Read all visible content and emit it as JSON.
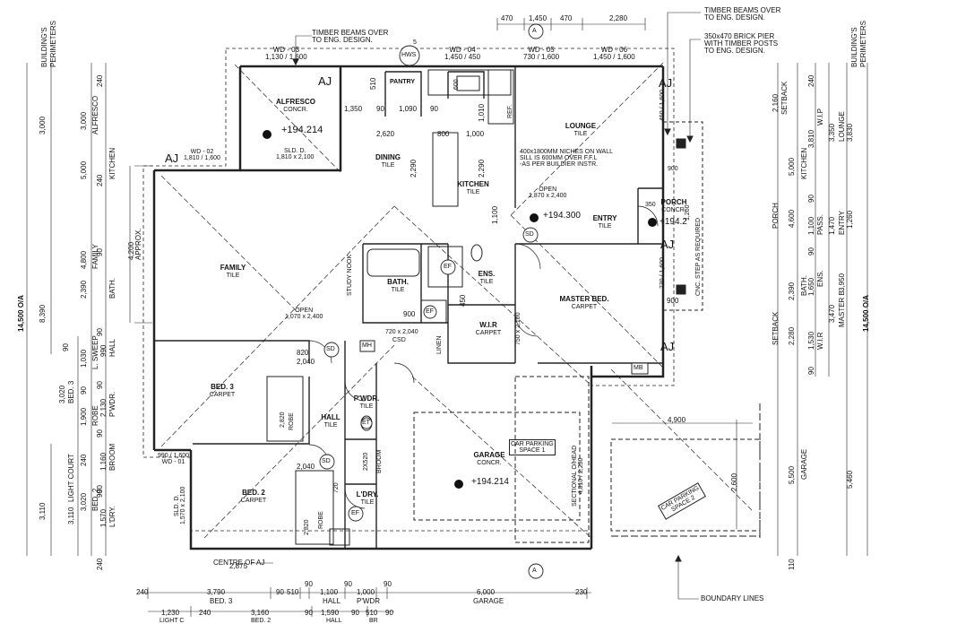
{
  "notes": {
    "timber_beams_top": [
      "TIMBER BEAMS OVER",
      "TO ENG. DESIGN."
    ],
    "timber_beams_right": [
      "TIMBER BEAMS OVER",
      "TO ENG. DESIGN."
    ],
    "brick_pier": [
      "350x470 BRICK PIER",
      "WITH TIMBER POSTS",
      "TO ENG. DESIGN."
    ],
    "niches": [
      "400x1800MM NICHES ON WALL",
      "SILL IS 600MM OVER F.F.L",
      "-AS PER BUILDIER INSTR."
    ],
    "boundary_lines": "BOUNDARY LINES",
    "centre_of_aj": "CENTRE OF AJ",
    "approx": "APPROX.",
    "cnc_step": "CNC. STEP AS REQUIRED",
    "car_parking_1": [
      "CAR PARKING",
      "SPACE 1"
    ],
    "car_parking_2": [
      "CAR PARKING",
      "SPACE 2"
    ],
    "sectional_ohead": [
      "SECTIONAL O/HEAD",
      "4,810 / 2,250"
    ]
  },
  "rooms": {
    "alfresco": {
      "name": "ALFRESCO",
      "finish": "CONCR.",
      "level": "+194.214"
    },
    "dining": {
      "name": "DINING",
      "finish": "TILE"
    },
    "kitchen": {
      "name": "KITCHEN",
      "finish": "TILE"
    },
    "lounge": {
      "name": "LOUNGE",
      "finish": "TILE"
    },
    "family": {
      "name": "FAMILY",
      "finish": "TILE"
    },
    "pantry": {
      "name": "PANTRY"
    },
    "porch": {
      "name": "PORCH",
      "finish": "CONCR.",
      "level": "+194.2"
    },
    "entry": {
      "name": "ENTRY",
      "finish": "TILE",
      "level": "+194.300"
    },
    "bath": {
      "name": "BATH.",
      "finish": "TILE"
    },
    "ens": {
      "name": "ENS.",
      "finish": "TILE"
    },
    "wir": {
      "name": "W.I.R",
      "finish": "CARPET"
    },
    "master": {
      "name": "MASTER BED.",
      "finish": "CARPET"
    },
    "bed3": {
      "name": "BED. 3",
      "finish": "CARPET"
    },
    "bed2": {
      "name": "BED. 2",
      "finish": "CARPET"
    },
    "hall": {
      "name": "HALL",
      "finish": "TILE"
    },
    "pwdr": {
      "name": "P'WDR.",
      "finish": "TILE"
    },
    "ldry": {
      "name": "L'DRY.",
      "finish": "TILE"
    },
    "garage": {
      "name": "GARAGE",
      "finish": "CONCR.",
      "level": "+194.214"
    },
    "study_nook": "STUDY NOOK",
    "csd": "CSD",
    "linen": "LINEN",
    "robe": "ROBE",
    "broom": "BROOM",
    "ref": "REF."
  },
  "windows": {
    "wd_03": {
      "id": "WD - 03",
      "size": "1,130 / 1,600"
    },
    "wd_04": {
      "id": "WD - 04",
      "size": "1,450 / 450"
    },
    "wd_05": {
      "id": "WD - 05",
      "size": "730 / 1,600"
    },
    "wd_06": {
      "id": "WD - 06",
      "size": "1,450 / 1,600"
    },
    "wd_02": {
      "id": "WD - 02",
      "size": "1,810 / 1,600"
    },
    "wd_01": {
      "id": "WD - 01",
      "size": "990 / 1,600"
    },
    "sld_d_alfresco": "SLD. D.",
    "sld_d_alfresco_size": "1,810 x 2,100",
    "sld_d_bed2": "SLD. D.",
    "sld_d_bed2_size": "1,570 x 2,100",
    "open_family": "OPEN",
    "open_family_size": "1,070 x 2,400",
    "open_kitchen": "OPEN",
    "open_kitchen_size": "1,870 x 2,400"
  },
  "symbols": {
    "aj": "AJ",
    "hws": "HWS",
    "sd": "SD",
    "ef": "EF",
    "mh": "MH",
    "mb": "MB",
    "et": "ET",
    "tag_a": "A",
    "tag_5": "5"
  },
  "internal_dims": {
    "d1": "1,350",
    "d2": "90",
    "d3": "1,090",
    "d4": "90",
    "d5": "510",
    "d6": "2,620",
    "d7": "800",
    "d8": "1,000",
    "d9": "2,290",
    "d10": "2,290",
    "d11": "1,010",
    "d12": "1,100",
    "d13": "820",
    "d14": "2,040",
    "d15": "450",
    "d16": "900",
    "d17": "900",
    "d18": "750 x 2,100",
    "d19": "720 x 2,040",
    "d20": "2,820",
    "d21": "2,820",
    "d22": "2X520",
    "d23": "720",
    "d24": "2,040",
    "d25": "900",
    "d26": "450 / 1,600",
    "d27": "730 / 1,600",
    "d28": "1,260",
    "d29": "350",
    "d30": "600"
  },
  "dimensions": {
    "top": [
      "470",
      "1,450",
      "470",
      "2,280"
    ],
    "right_side": [
      "2,160",
      "SETBACK",
      "5,000",
      "KITCHEN",
      "4,600",
      "PORCH",
      "2,390",
      "BATH.",
      "2,280",
      "SETBACK",
      "5,500",
      "GARAGE"
    ],
    "right_rooms": [
      "240",
      "3,810",
      "W.I.P",
      "3,350",
      "LOUNGE",
      "1,100",
      "PASS.",
      "1,470",
      "ENTRY",
      "90",
      "1,650",
      "ENS.",
      "90",
      "3,470",
      "MASTER B.",
      "3,950",
      "1,530",
      "W.I.R",
      "90",
      "110"
    ],
    "right_outer": [
      "3,830",
      "1,260",
      "5,460",
      "14,500 O/A",
      "BUILDING'S",
      "PERIMETERS",
      "2,600",
      "4,900",
      "BUILDING'S",
      "PERIMETERS",
      "5,460"
    ],
    "left_rooms": [
      "240",
      "3,000",
      "ALFRESCO",
      "240",
      "5,000",
      "KITCHEN",
      "4,800",
      "FAMILY",
      "90",
      "2,390",
      "BATH.",
      "90",
      "1,030",
      "L. SWEEP",
      "90",
      "990",
      "HALL",
      "90",
      "3,020",
      "BED. 3",
      "90",
      "1,900",
      "ROBE",
      "90",
      "2,130",
      "P'WDR.",
      "240",
      "1,160",
      "BROOM",
      "90",
      "3,020",
      "BED. 2",
      "90",
      "1,570",
      "L'DRY.",
      "240"
    ],
    "left_outer": [
      "3,000",
      "8,390",
      "14,500 O/A",
      "BUILDING'S",
      "PERIMETERS",
      "3,110",
      "3,110",
      "LIGHT COURT"
    ],
    "left_approx": "4,200",
    "bottom": [
      "240",
      "3,790",
      "BED. 3",
      "90",
      "510",
      "90",
      "1,100",
      "HALL",
      "90",
      "1,000",
      "P'WDR",
      "90",
      "6,000",
      "GARAGE",
      "230"
    ],
    "bottom2": [
      "1,230",
      "LIGHT C",
      "240",
      "3,160",
      "BED. 2",
      "90",
      "1,590",
      "HALL",
      "90",
      "510",
      "BR",
      "90"
    ],
    "centre_of_aj": "2,875"
  }
}
